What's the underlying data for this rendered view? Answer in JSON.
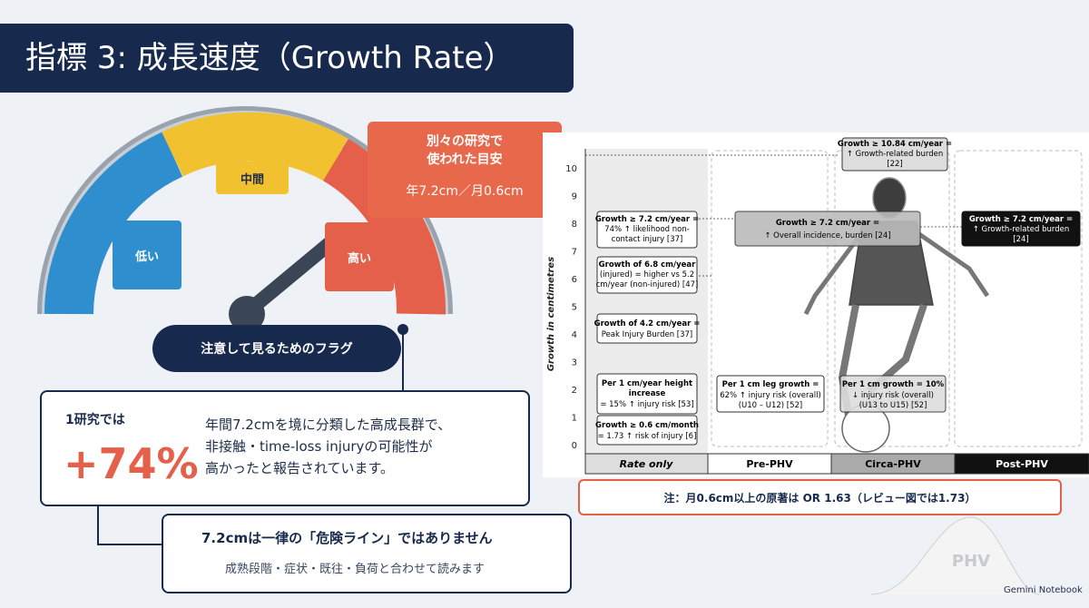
{
  "title": "指標 3: 成長速度（Growth Rate）",
  "gauge": {
    "low": "低い",
    "mid": "中間",
    "high": "高い",
    "callout_line1": "別々の研究で",
    "callout_line2": "使われた目安",
    "callout_value": "年7.2cm／月0.6cm",
    "flag": "注意して見るためのフラグ"
  },
  "card1": {
    "heading": "1研究では",
    "big": "+74%",
    "line1": "年間7.2cmを境に分類した高成長群で、",
    "line2": "非接触・time-loss injuryの可能性が",
    "line3": "高かったと報告されています。"
  },
  "card2": {
    "heading": "7.2cmは一律の「危険ライン」ではありません",
    "sub": "成熟段階・症状・既往・負荷と合わせて読みます"
  },
  "figure": {
    "y_label": "Growth in centimetres",
    "y_ticks": [
      "0",
      "1",
      "2",
      "3",
      "4",
      "5",
      "6",
      "7",
      "8",
      "9",
      "10"
    ],
    "columns": [
      "Rate only",
      "Pre-PHV",
      "Circa-PHV",
      "Post-PHV"
    ],
    "boxes": {
      "top_circa_1": "Growth ≥ 10.84 cm/year =",
      "top_circa_2": "↑ Growth-related burden",
      "top_circa_3": "[22]",
      "r1_1": "Growth ≥ 7.2 cm/year =",
      "r1_2": "74% ↑ likelihood non-",
      "r1_3": "contact injury [37]",
      "r2_1": "Growth of 6.8 cm/year",
      "r2_2": "(injured) = higher vs 5.2",
      "r2_3": "cm/year (non-injured) [47]",
      "r3_1": "Growth of 4.2 cm/year =",
      "r3_2": "Peak Injury Burden [37]",
      "r4_1": "Per 1 cm/year height",
      "r4_2": "increase",
      "r4_3": "= 15% ↑ injury risk [53]",
      "r5_1": "Growth ≥ 0.6 cm/month",
      "r5_2": "= 1.73 ↑ risk of injury [6]",
      "mid_1": "Growth ≥ 7.2 cm/year =",
      "mid_2": "↑ Overall incidence, burden [24]",
      "post_1": "Growth ≥ 7.2 cm/year =",
      "post_2": "↑ Growth-related burden",
      "post_3": "[24]",
      "pre_1": "Per 1 cm leg growth =",
      "pre_2": "62% ↑ injury risk (overall)",
      "pre_3": "(U10 – U12) [52]",
      "circa_1": "Per 1 cm growth = 10%",
      "circa_2": "↓ injury risk (overall)",
      "circa_3": "(U13 to U15) [52]"
    }
  },
  "note": "注：月0.6cm以上の原著は OR 1.63（レビュー図では1.73）",
  "phv_label": "PHV",
  "footer": "Gemini Notebook",
  "colors": {
    "navy": "#17294d",
    "orange": "#e4604a",
    "blue": "#2f8fce",
    "yellow": "#f2c12f"
  }
}
